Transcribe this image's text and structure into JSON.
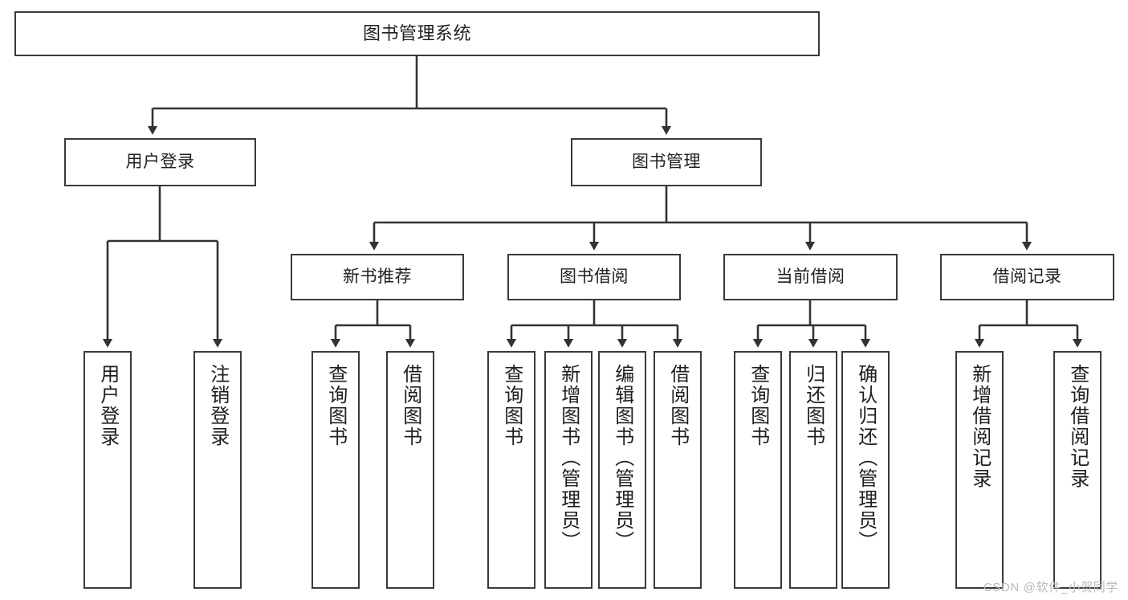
{
  "diagram": {
    "type": "tree",
    "title": "图书管理系统",
    "orientation": "top-down",
    "edge_style": "orthogonal-arrow",
    "colors": {
      "stroke": "#3a3a3a",
      "fill": "#ffffff",
      "text": "#1f1f1f",
      "watermark": "#b9b9b9"
    }
  },
  "watermark": {
    "text": "CSDN @软件_小贺同学"
  },
  "nodes": {
    "root": {
      "label": "图书管理系统",
      "level": 1
    },
    "l2": [
      {
        "id": "user-login",
        "label": "用户登录",
        "level": 2
      },
      {
        "id": "book-manage",
        "label": "图书管理",
        "level": 2
      }
    ],
    "l3": [
      {
        "id": "new-book-rec",
        "label": "新书推荐",
        "level": 3,
        "parent": "book-manage"
      },
      {
        "id": "book-borrow",
        "label": "图书借阅",
        "level": 3,
        "parent": "book-manage"
      },
      {
        "id": "current-borrow",
        "label": "当前借阅",
        "level": 3,
        "parent": "book-manage"
      },
      {
        "id": "borrow-record",
        "label": "借阅记录",
        "level": 3,
        "parent": "book-manage"
      }
    ],
    "leaves": [
      {
        "id": "leaf-user-login",
        "label": "用户登录",
        "parent": "user-login"
      },
      {
        "id": "leaf-user-logout",
        "label": "注销登录",
        "parent": "user-login"
      },
      {
        "id": "leaf-query-book-rec",
        "label": "查询图书",
        "parent": "new-book-rec"
      },
      {
        "id": "leaf-borrow-book-rec",
        "label": "借阅图书",
        "parent": "new-book-rec"
      },
      {
        "id": "leaf-query-book-borrow",
        "label": "查询图书",
        "parent": "book-borrow"
      },
      {
        "id": "leaf-add-book",
        "label": "新增图书（管理员）",
        "parent": "book-borrow"
      },
      {
        "id": "leaf-edit-book",
        "label": "编辑图书（管理员）",
        "parent": "book-borrow"
      },
      {
        "id": "leaf-borrow-book",
        "label": "借阅图书",
        "parent": "book-borrow"
      },
      {
        "id": "leaf-query-book-current",
        "label": "查询图书",
        "parent": "current-borrow"
      },
      {
        "id": "leaf-return-book",
        "label": "归还图书",
        "parent": "current-borrow"
      },
      {
        "id": "leaf-confirm-return",
        "label": "确认归还（管理员）",
        "parent": "current-borrow"
      },
      {
        "id": "leaf-add-record",
        "label": "新增借阅记录",
        "parent": "borrow-record"
      },
      {
        "id": "leaf-query-record",
        "label": "查询借阅记录",
        "parent": "borrow-record"
      }
    ]
  }
}
